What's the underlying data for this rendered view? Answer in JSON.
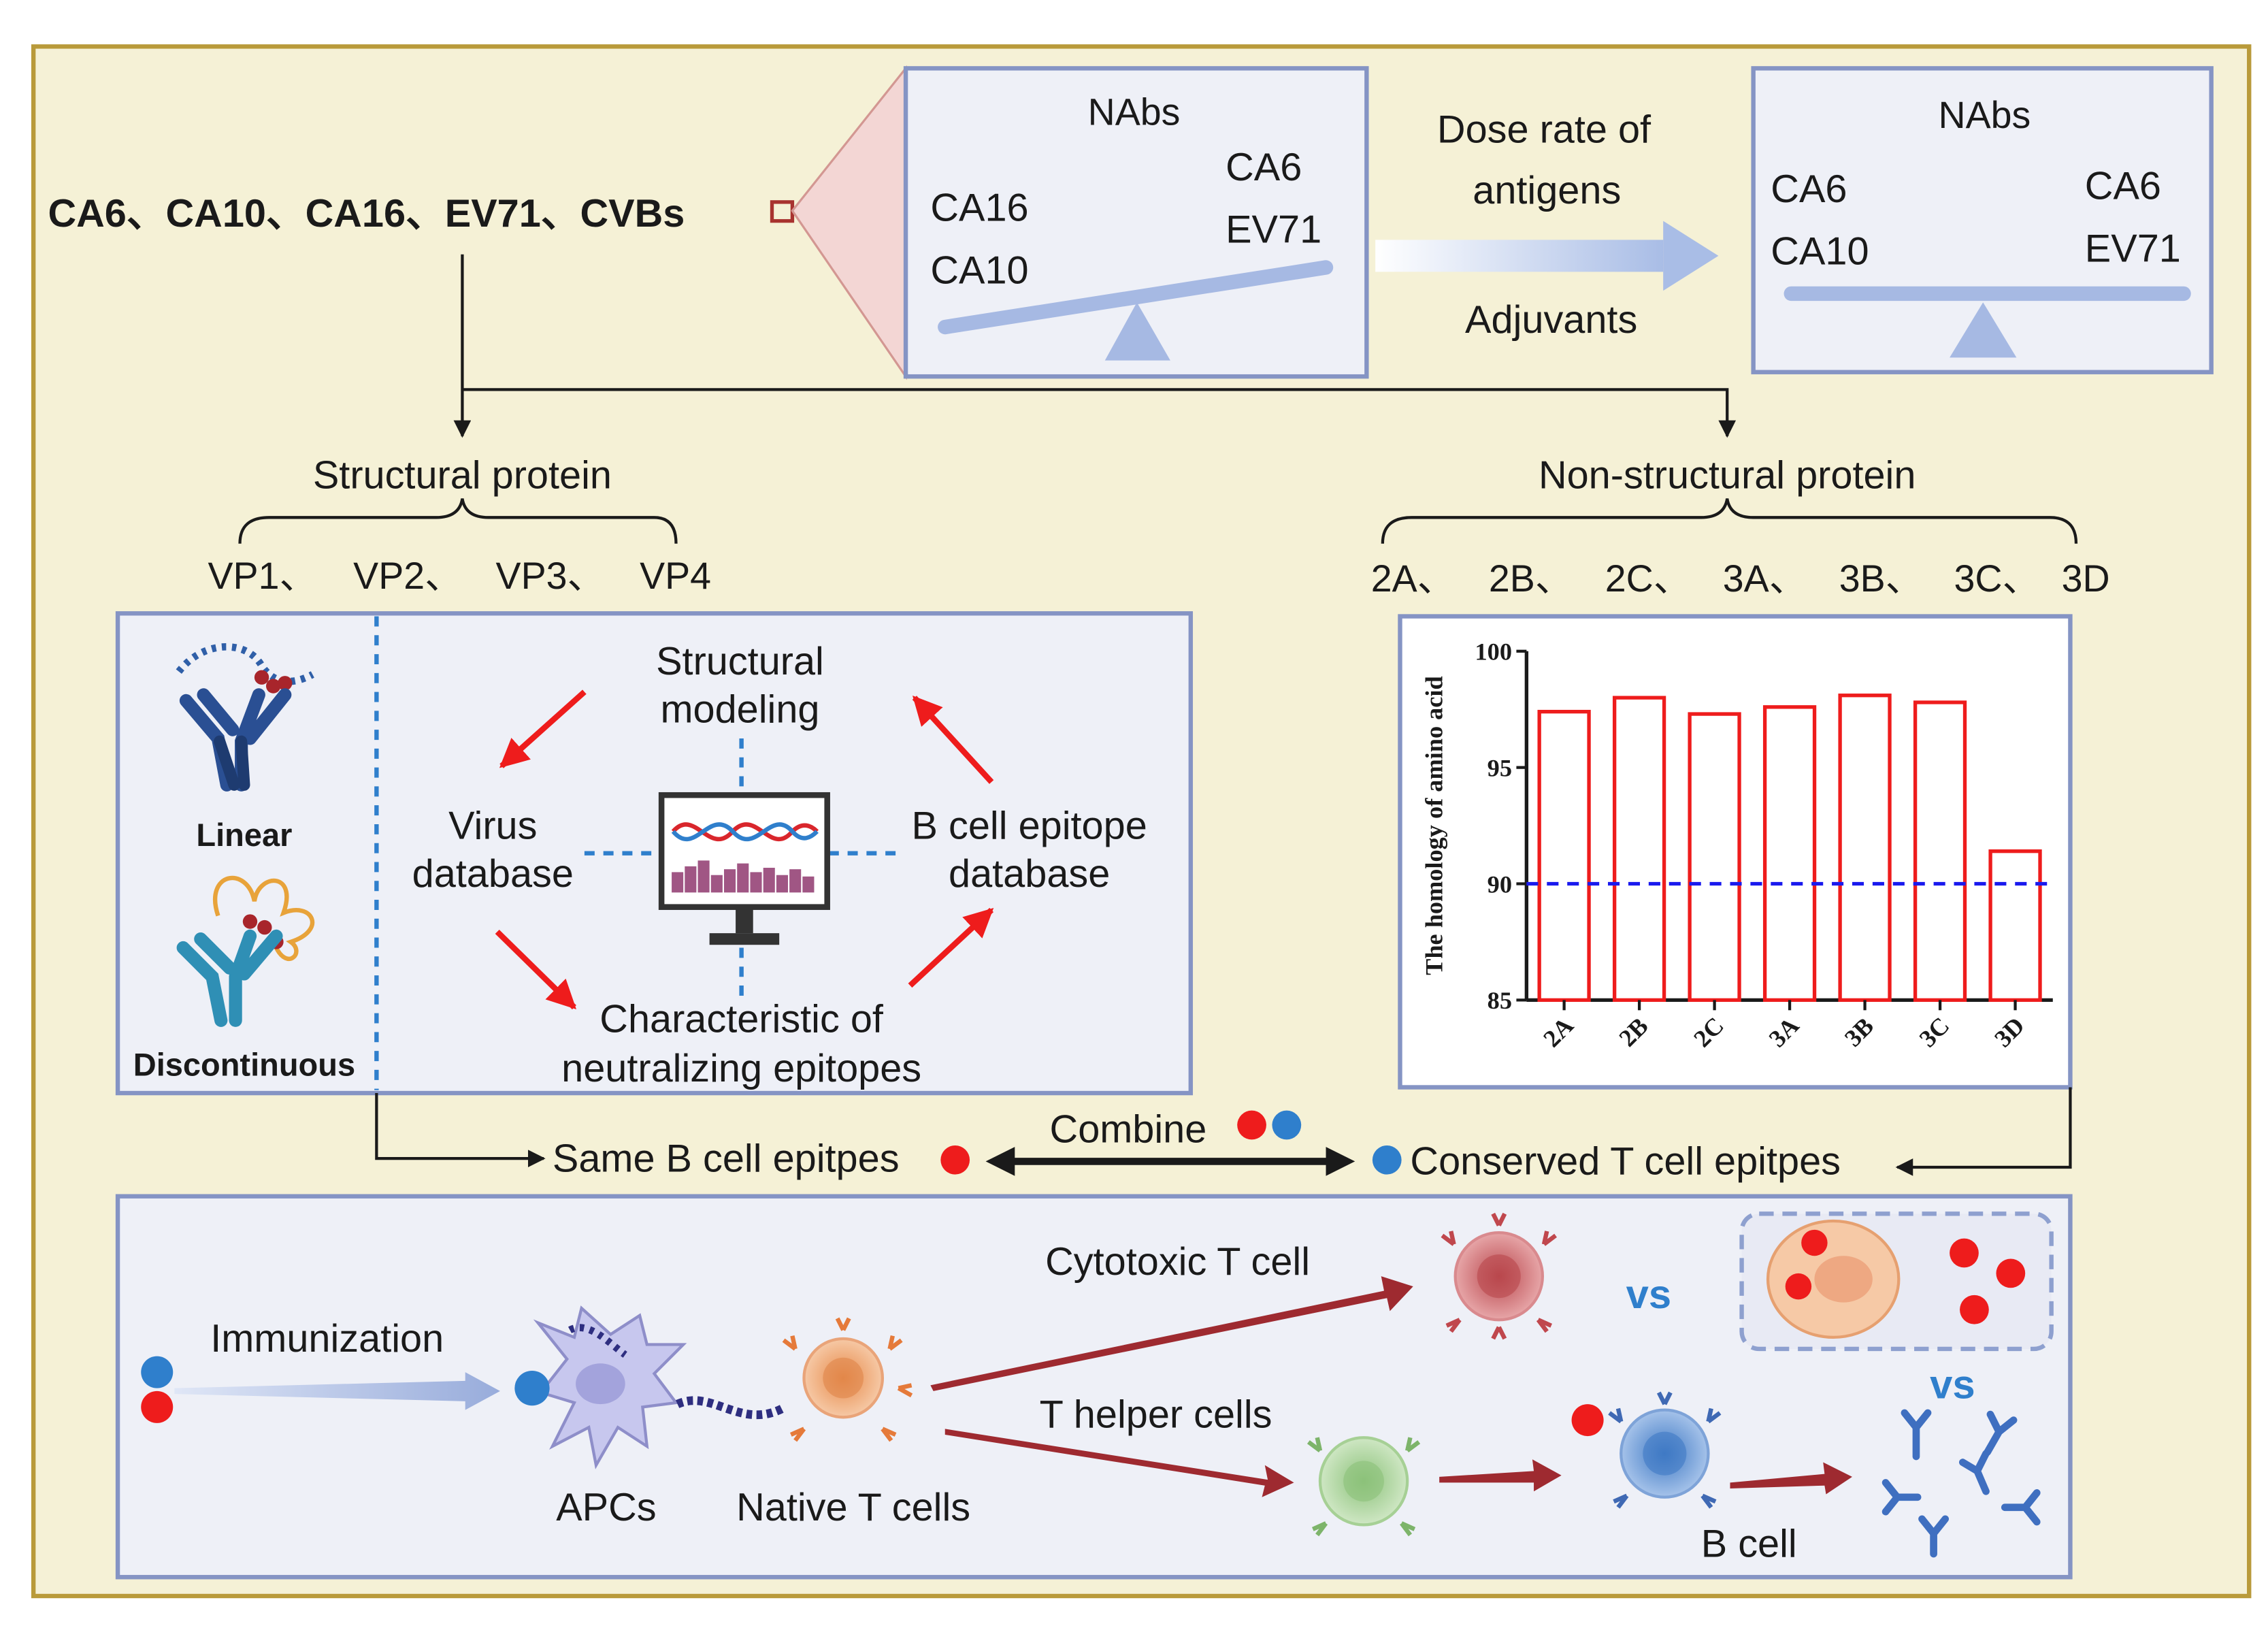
{
  "header": {
    "serotypes": "CA6、CA10、CA16、EV71、CVBs",
    "arrow_top": "Dose rate of",
    "arrow_top2": "antigens",
    "arrow_bottom": "Adjuvants"
  },
  "balance_left": {
    "title": "NAbs",
    "left1": "CA16",
    "left2": "CA10",
    "right1": "CA6",
    "right2": "EV71"
  },
  "balance_right": {
    "title": "NAbs",
    "left1": "CA6",
    "left2": "CA10",
    "right1": "CA6",
    "right2": "EV71"
  },
  "structural": {
    "title": "Structural protein",
    "proteins": [
      "VP1、",
      "VP2、",
      "VP3、",
      "VP4"
    ]
  },
  "nonstructural": {
    "title": "Non-structural protein",
    "proteins": [
      "2A、",
      "2B、",
      "2C、",
      "3A、",
      "3B、",
      "3C、",
      "3D"
    ]
  },
  "epitope_panel": {
    "linear": "Linear",
    "discontinuous": "Discontinuous",
    "structural_modeling_1": "Structural",
    "structural_modeling_2": "modeling",
    "virus_db_1": "Virus",
    "virus_db_2": "database",
    "bcell_db_1": "B cell epitope",
    "bcell_db_2": "database",
    "char_1": "Characteristic of",
    "char_2": "neutralizing epitopes"
  },
  "chart_data": {
    "type": "bar",
    "categories": [
      "2A",
      "2B",
      "2C",
      "3A",
      "3B",
      "3C",
      "3D"
    ],
    "values": [
      97.4,
      98.0,
      97.3,
      97.6,
      98.1,
      97.8,
      91.4
    ],
    "ylabel": "The homology of amino acid",
    "ylim": [
      85,
      100
    ],
    "yticks": [
      "85",
      "90",
      "95",
      "100"
    ],
    "threshold": 90,
    "bar_color": "#ee1c1c",
    "threshold_color": "#1a1aee"
  },
  "combine": {
    "label": "Combine",
    "b_epitopes": "Same B cell epitpes",
    "t_epitopes": "Conserved T cell epitpes"
  },
  "immune": {
    "immunization": "Immunization",
    "apcs": "APCs",
    "native_t": "Native T cells",
    "cytotoxic": "Cytotoxic T cell",
    "helper": "T helper cells",
    "bcell": "B cell",
    "vs1": "vs",
    "vs2": "vs"
  },
  "colors": {
    "background": "#f5f1d6",
    "frame": "#b99a3a",
    "panel_fill": "#eef0f7",
    "panel_border": "#8594c4",
    "arrow_dark_red": "#9e2a30",
    "blue_dot": "#2f7fcc",
    "red_dot": "#ee1c1c"
  }
}
